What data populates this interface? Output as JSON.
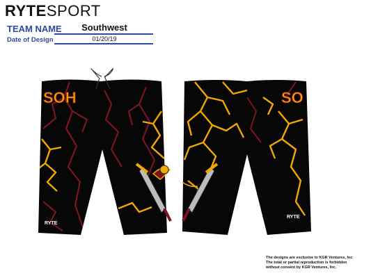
{
  "header": {
    "brand_part1": "RYTE",
    "brand_part2": "SPORT",
    "team_label": "TEAM NAME",
    "team_value": "Southwest",
    "date_label": "Date of Design",
    "date_value": "01/20/19"
  },
  "front": {
    "letters": "SOH",
    "logo_text": "RYTE"
  },
  "back": {
    "letters": "SO",
    "logo_text": "RYTE"
  },
  "colors": {
    "fabric": "#070707",
    "lightning_gold": "#f2a900",
    "lightning_maroon": "#7a1420",
    "accent_blue": "#2b4aa0"
  },
  "disclaimer": {
    "line1": "The designs are exclusive to KGR Ventures, Inc",
    "line2": "The total or partial reproduction is forbidden",
    "line3": "without consent by KGR Ventures, Inc."
  }
}
